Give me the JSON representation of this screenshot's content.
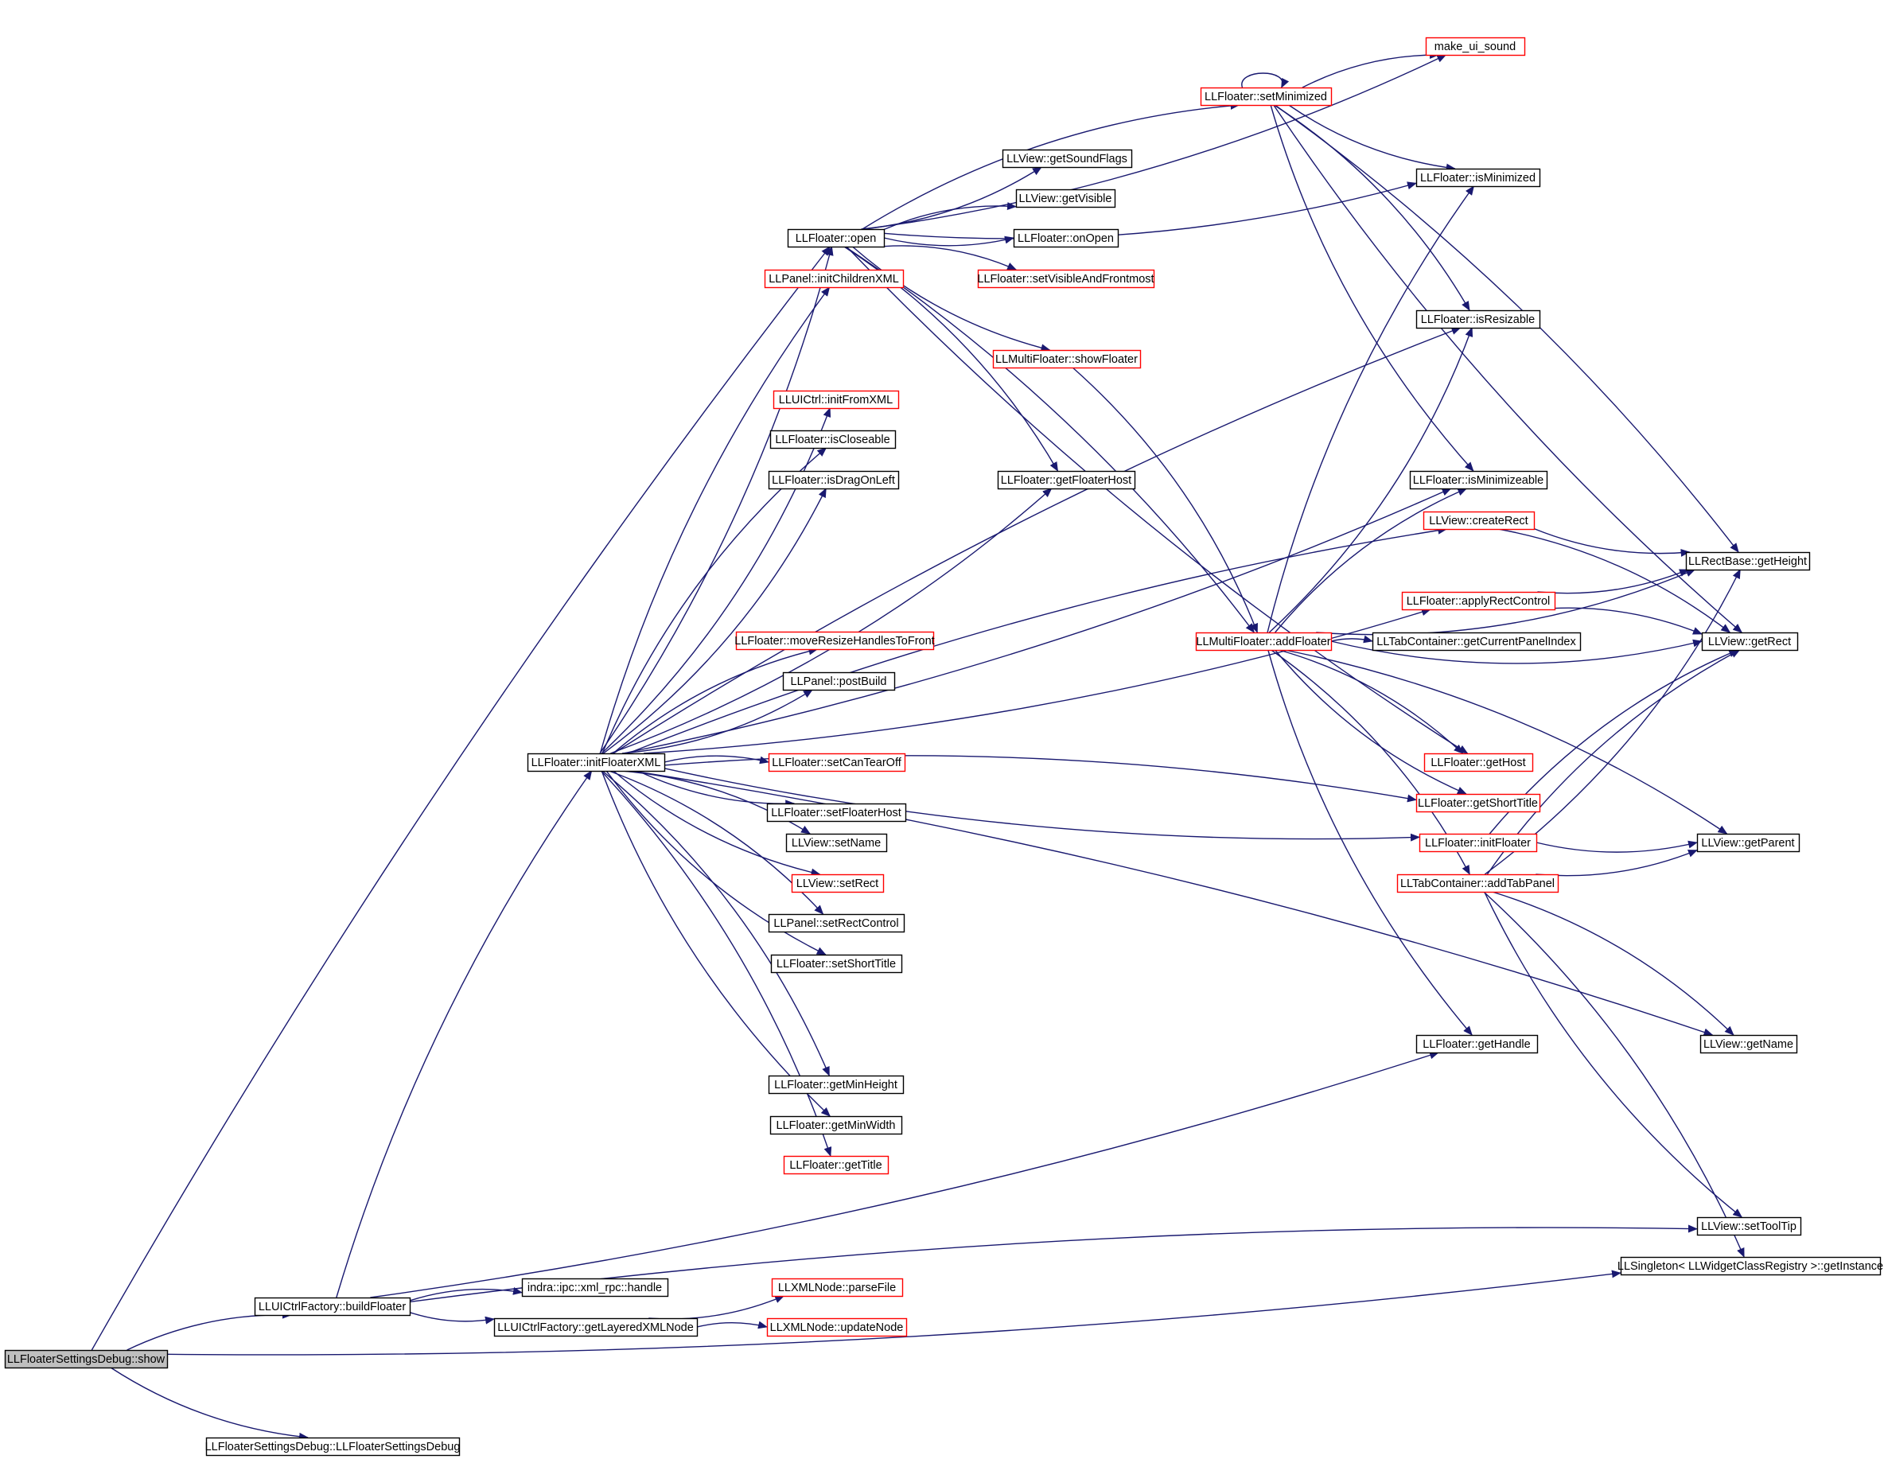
{
  "colors": {
    "edge": "#191970",
    "border_default": "#000000",
    "border_red": "#ff0000",
    "root_fill": "#bfbfbf",
    "node_fill": "#ffffff"
  },
  "nodes": [
    {
      "id": "show",
      "label": "LLFloaterSettingsDebug::show",
      "style": "root"
    },
    {
      "id": "ctor",
      "label": "LLFloaterSettingsDebug::LLFloaterSettingsDebug",
      "style": "plain"
    },
    {
      "id": "buildFloater",
      "label": "LLUICtrlFactory::buildFloater",
      "style": "plain"
    },
    {
      "id": "handle",
      "label": "indra::ipc::xml_rpc::handle",
      "style": "plain"
    },
    {
      "id": "getLayered",
      "label": "LLUICtrlFactory::getLayeredXMLNode",
      "style": "plain"
    },
    {
      "id": "parseFile",
      "label": "LLXMLNode::parseFile",
      "style": "red"
    },
    {
      "id": "updateNode",
      "label": "LLXMLNode::updateNode",
      "style": "red"
    },
    {
      "id": "initFloaterXML",
      "label": "LLFloater::initFloaterXML",
      "style": "plain"
    },
    {
      "id": "open",
      "label": "LLFloater::open",
      "style": "plain"
    },
    {
      "id": "initChildrenXML",
      "label": "LLPanel::initChildrenXML",
      "style": "red"
    },
    {
      "id": "initFromXML",
      "label": "LLUICtrl::initFromXML",
      "style": "red"
    },
    {
      "id": "isCloseable",
      "label": "LLFloater::isCloseable",
      "style": "plain"
    },
    {
      "id": "isDragOnLeft",
      "label": "LLFloater::isDragOnLeft",
      "style": "plain"
    },
    {
      "id": "moveResize",
      "label": "LLFloater::moveResizeHandlesToFront",
      "style": "red"
    },
    {
      "id": "postBuild",
      "label": "LLPanel::postBuild",
      "style": "plain"
    },
    {
      "id": "setCanTearOff",
      "label": "LLFloater::setCanTearOff",
      "style": "red"
    },
    {
      "id": "setFloaterHost",
      "label": "LLFloater::setFloaterHost",
      "style": "plain"
    },
    {
      "id": "setName",
      "label": "LLView::setName",
      "style": "plain"
    },
    {
      "id": "setRect",
      "label": "LLView::setRect",
      "style": "red"
    },
    {
      "id": "setRectControl",
      "label": "LLPanel::setRectControl",
      "style": "plain"
    },
    {
      "id": "setShortTitle",
      "label": "LLFloater::setShortTitle",
      "style": "plain"
    },
    {
      "id": "getMinHeight",
      "label": "LLFloater::getMinHeight",
      "style": "plain"
    },
    {
      "id": "getMinWidth",
      "label": "LLFloater::getMinWidth",
      "style": "plain"
    },
    {
      "id": "getTitle",
      "label": "LLFloater::getTitle",
      "style": "red"
    },
    {
      "id": "getSoundFlags",
      "label": "LLView::getSoundFlags",
      "style": "plain"
    },
    {
      "id": "getVisible",
      "label": "LLView::getVisible",
      "style": "plain"
    },
    {
      "id": "onOpen",
      "label": "LLFloater::onOpen",
      "style": "plain"
    },
    {
      "id": "setVisFront",
      "label": "LLFloater::setVisibleAndFrontmost",
      "style": "red"
    },
    {
      "id": "showFloater",
      "label": "LLMultiFloater::showFloater",
      "style": "red"
    },
    {
      "id": "getFloaterHost",
      "label": "LLFloater::getFloaterHost",
      "style": "plain"
    },
    {
      "id": "makeUiSound",
      "label": "make_ui_sound",
      "style": "red"
    },
    {
      "id": "setMinimized",
      "label": "LLFloater::setMinimized",
      "style": "red"
    },
    {
      "id": "isMinimized",
      "label": "LLFloater::isMinimized",
      "style": "plain"
    },
    {
      "id": "isResizable",
      "label": "LLFloater::isResizable",
      "style": "plain"
    },
    {
      "id": "isMinimizeable",
      "label": "LLFloater::isMinimizeable",
      "style": "plain"
    },
    {
      "id": "createRect",
      "label": "LLView::createRect",
      "style": "red"
    },
    {
      "id": "applyRectControl",
      "label": "LLFloater::applyRectControl",
      "style": "red"
    },
    {
      "id": "addFloater",
      "label": "LLMultiFloater::addFloater",
      "style": "red"
    },
    {
      "id": "getCurPanelIdx",
      "label": "LLTabContainer::getCurrentPanelIndex",
      "style": "plain"
    },
    {
      "id": "getHost",
      "label": "LLFloater::getHost",
      "style": "red"
    },
    {
      "id": "getShortTitle",
      "label": "LLFloater::getShortTitle",
      "style": "red"
    },
    {
      "id": "initFloater",
      "label": "LLFloater::initFloater",
      "style": "red"
    },
    {
      "id": "addTabPanel",
      "label": "LLTabContainer::addTabPanel",
      "style": "red"
    },
    {
      "id": "getHandle",
      "label": "LLFloater::getHandle",
      "style": "plain"
    },
    {
      "id": "getHeight",
      "label": "LLRectBase::getHeight",
      "style": "plain"
    },
    {
      "id": "getRect",
      "label": "LLView::getRect",
      "style": "plain"
    },
    {
      "id": "getParent",
      "label": "LLView::getParent",
      "style": "plain"
    },
    {
      "id": "getName",
      "label": "LLView::getName",
      "style": "plain"
    },
    {
      "id": "setToolTip",
      "label": "LLView::setToolTip",
      "style": "plain"
    },
    {
      "id": "getInstance",
      "label": "LLSingleton< LLWidgetClassRegistry >::getInstance",
      "style": "plain"
    }
  ],
  "edges": [
    [
      "show",
      "buildFloater"
    ],
    [
      "show",
      "ctor"
    ],
    [
      "show",
      "open"
    ],
    [
      "show",
      "getInstance"
    ],
    [
      "buildFloater",
      "handle"
    ],
    [
      "buildFloater",
      "getLayered"
    ],
    [
      "buildFloater",
      "initFloaterXML"
    ],
    [
      "buildFloater",
      "getHandle"
    ],
    [
      "buildFloater",
      "setToolTip"
    ],
    [
      "getLayered",
      "parseFile"
    ],
    [
      "getLayered",
      "updateNode"
    ],
    [
      "initFloaterXML",
      "open"
    ],
    [
      "initFloaterXML",
      "initChildrenXML"
    ],
    [
      "initFloaterXML",
      "initFromXML"
    ],
    [
      "initFloaterXML",
      "isCloseable"
    ],
    [
      "initFloaterXML",
      "isDragOnLeft"
    ],
    [
      "initFloaterXML",
      "moveResize"
    ],
    [
      "initFloaterXML",
      "postBuild"
    ],
    [
      "initFloaterXML",
      "setCanTearOff"
    ],
    [
      "initFloaterXML",
      "setFloaterHost"
    ],
    [
      "initFloaterXML",
      "setName"
    ],
    [
      "initFloaterXML",
      "setRect"
    ],
    [
      "initFloaterXML",
      "setRectControl"
    ],
    [
      "initFloaterXML",
      "setShortTitle"
    ],
    [
      "initFloaterXML",
      "getMinHeight"
    ],
    [
      "initFloaterXML",
      "getMinWidth"
    ],
    [
      "initFloaterXML",
      "getTitle"
    ],
    [
      "initFloaterXML",
      "getFloaterHost"
    ],
    [
      "initFloaterXML",
      "isResizable"
    ],
    [
      "initFloaterXML",
      "isMinimizeable"
    ],
    [
      "initFloaterXML",
      "createRect"
    ],
    [
      "initFloaterXML",
      "applyRectControl"
    ],
    [
      "initFloaterXML",
      "getShortTitle"
    ],
    [
      "initFloaterXML",
      "initFloater"
    ],
    [
      "initFloaterXML",
      "getName"
    ],
    [
      "open",
      "getSoundFlags"
    ],
    [
      "open",
      "getVisible"
    ],
    [
      "open",
      "onOpen"
    ],
    [
      "open",
      "setVisFront"
    ],
    [
      "open",
      "showFloater"
    ],
    [
      "open",
      "getFloaterHost"
    ],
    [
      "open",
      "makeUiSound"
    ],
    [
      "open",
      "setMinimized"
    ],
    [
      "open",
      "isMinimized"
    ],
    [
      "open",
      "addFloater"
    ],
    [
      "open",
      "getHost"
    ],
    [
      "showFloater",
      "addFloater"
    ],
    [
      "setMinimized",
      "setMinimized"
    ],
    [
      "setMinimized",
      "makeUiSound"
    ],
    [
      "setMinimized",
      "isMinimized"
    ],
    [
      "setMinimized",
      "isResizable"
    ],
    [
      "setMinimized",
      "isMinimizeable"
    ],
    [
      "setMinimized",
      "getHeight"
    ],
    [
      "setMinimized",
      "getRect"
    ],
    [
      "addFloater",
      "isMinimized"
    ],
    [
      "addFloater",
      "isResizable"
    ],
    [
      "addFloater",
      "isMinimizeable"
    ],
    [
      "addFloater",
      "getHeight"
    ],
    [
      "addFloater",
      "getCurPanelIdx"
    ],
    [
      "addFloater",
      "getRect"
    ],
    [
      "addFloater",
      "getHost"
    ],
    [
      "addFloater",
      "getShortTitle"
    ],
    [
      "addFloater",
      "addTabPanel"
    ],
    [
      "addFloater",
      "getHandle"
    ],
    [
      "addFloater",
      "getParent"
    ],
    [
      "createRect",
      "getHeight"
    ],
    [
      "createRect",
      "getRect"
    ],
    [
      "applyRectControl",
      "getHeight"
    ],
    [
      "applyRectControl",
      "getRect"
    ],
    [
      "initFloater",
      "getParent"
    ],
    [
      "initFloater",
      "getRect"
    ],
    [
      "addTabPanel",
      "getHeight"
    ],
    [
      "addTabPanel",
      "getRect"
    ],
    [
      "addTabPanel",
      "getParent"
    ],
    [
      "addTabPanel",
      "getName"
    ],
    [
      "addTabPanel",
      "setToolTip"
    ],
    [
      "addTabPanel",
      "getInstance"
    ]
  ]
}
